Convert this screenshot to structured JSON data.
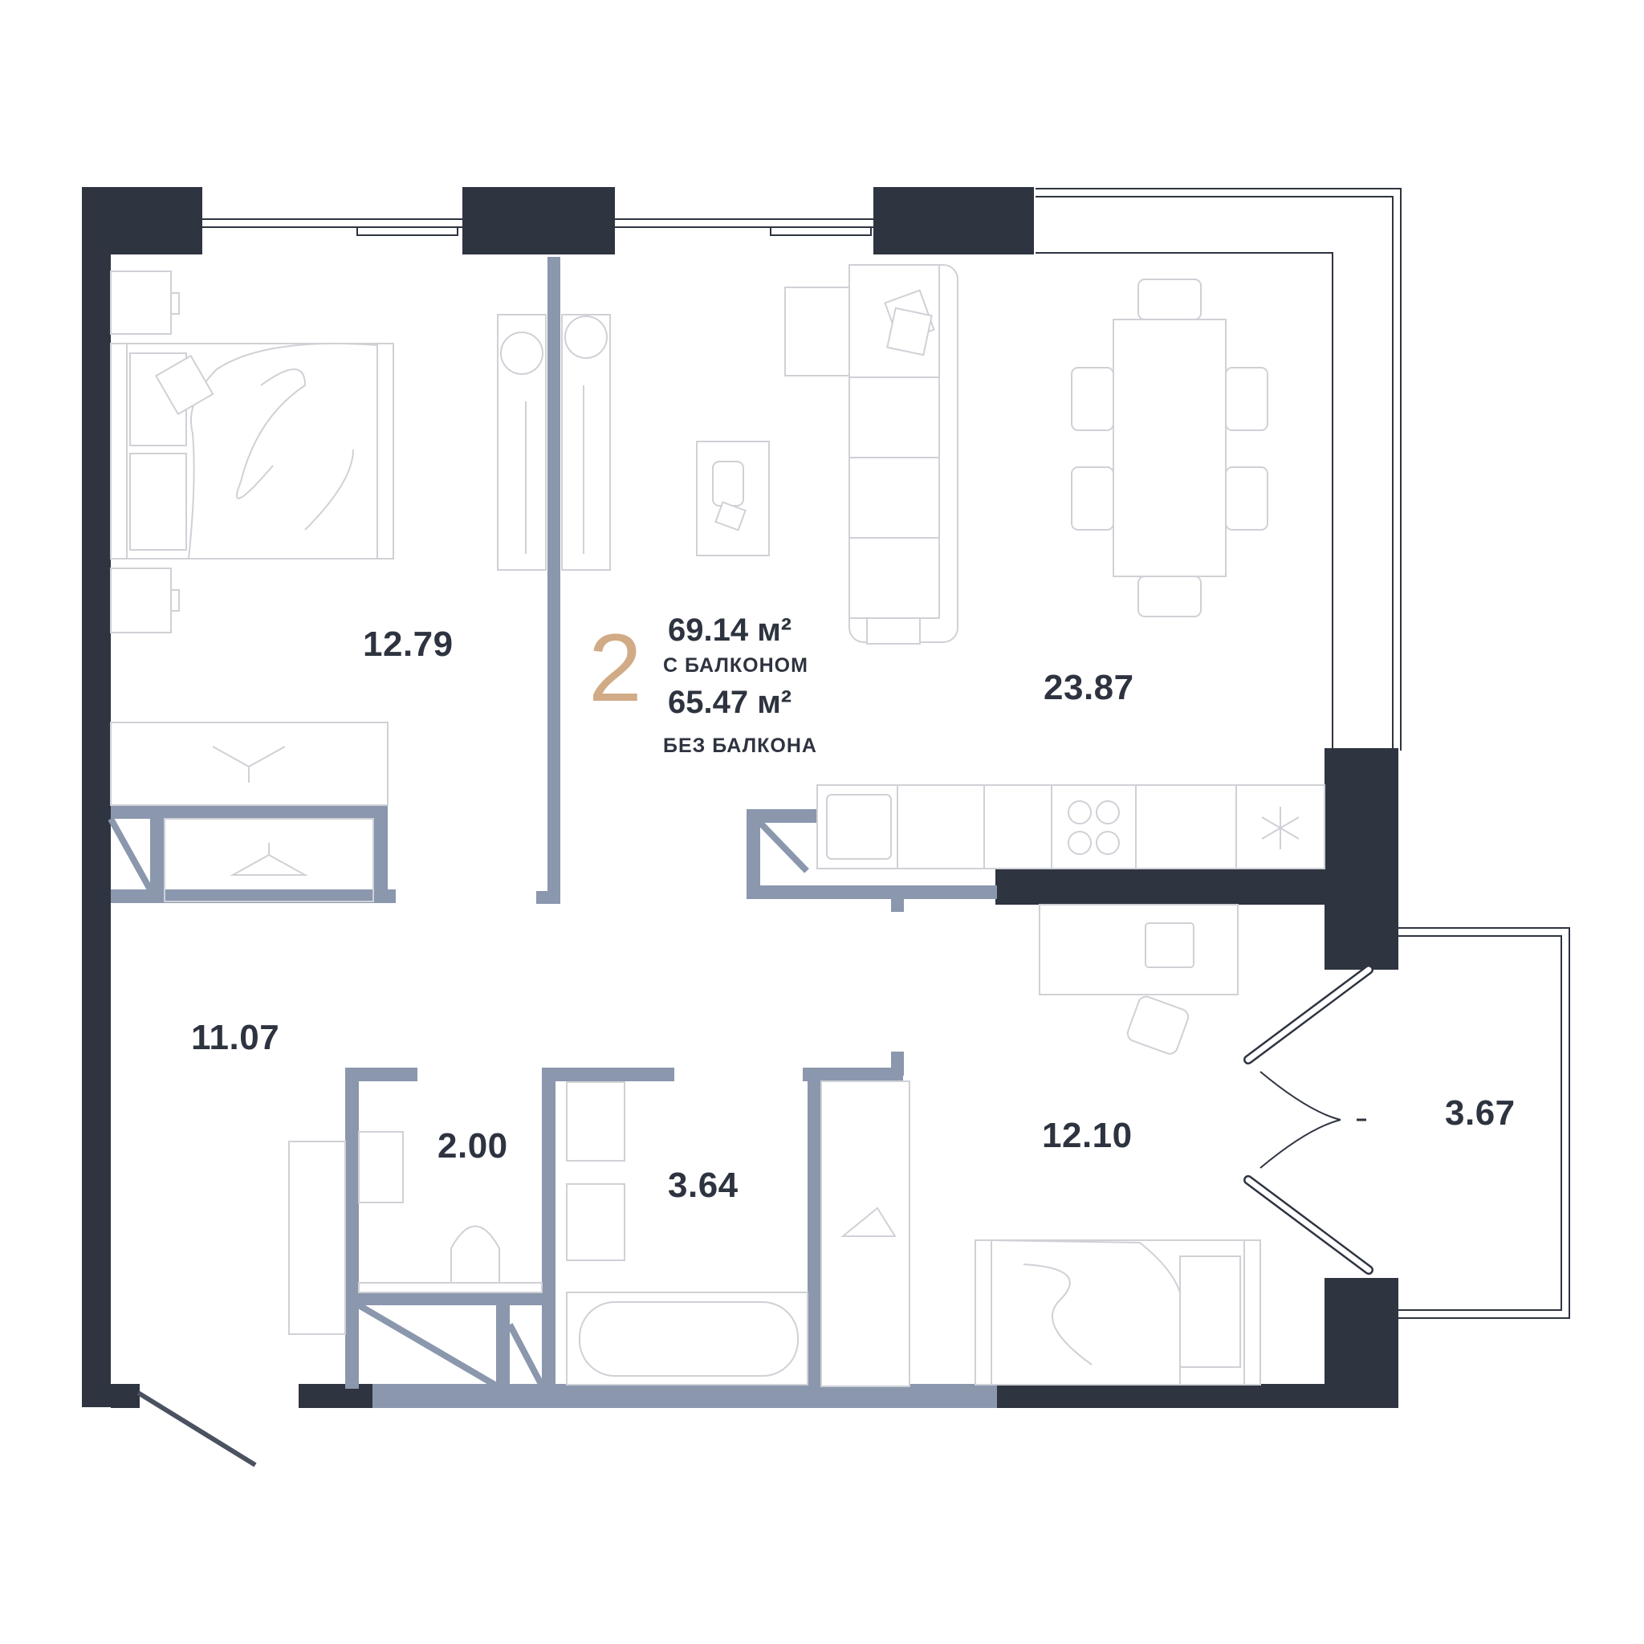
{
  "rooms": "2",
  "area_with_balcony": "69.14 м²",
  "with_balcony_label": "С БАЛКОНОМ",
  "area_without_balcony": "65.47 м²",
  "without_balcony_label": "БЕЗ БАЛКОНА",
  "rooms_list": [
    {
      "area": "12.79"
    },
    {
      "area": "23.87"
    },
    {
      "area": "11.07"
    },
    {
      "area": "2.00"
    },
    {
      "area": "3.64"
    },
    {
      "area": "12.10"
    },
    {
      "area": "3.67"
    }
  ],
  "colors": {
    "structural_wall": "#2e3440",
    "partition_wall": "#8a97ad",
    "furniture_line": "#cfd1d6",
    "accent": "#d1ab86",
    "text": "#2e3340"
  }
}
